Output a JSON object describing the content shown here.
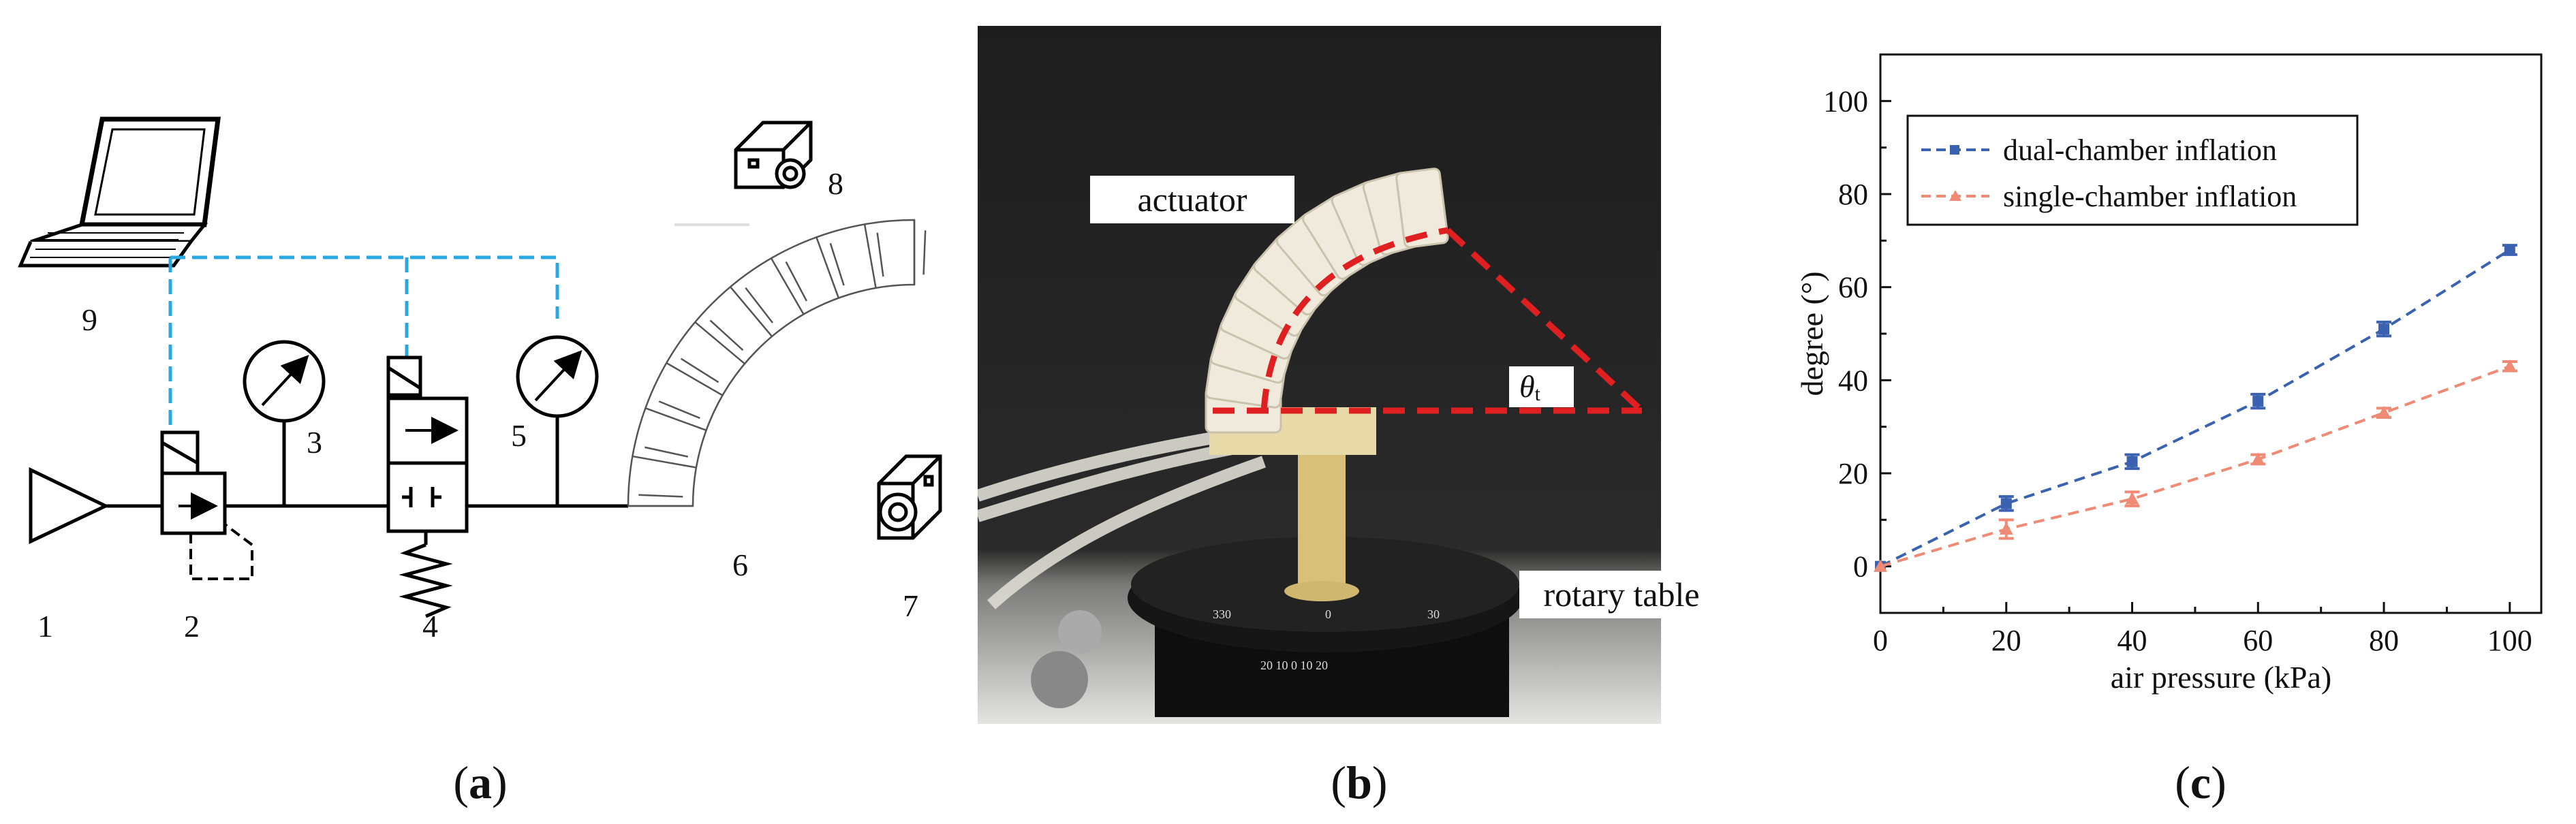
{
  "panel_a": {
    "component_numbers": [
      "1",
      "2",
      "3",
      "4",
      "5",
      "6",
      "7",
      "8",
      "9"
    ],
    "caption": "a"
  },
  "panel_b": {
    "labels": {
      "actuator": "actuator",
      "rotary_table": "rotary table",
      "theta": "θ",
      "theta_sub": "t"
    },
    "scale_text": {
      "left": "330",
      "mid": "0",
      "right": "30",
      "lower": "20  10  0  10  20"
    },
    "caption": "b"
  },
  "panel_c": {
    "caption": "c"
  },
  "chart_data": {
    "type": "line",
    "x": [
      0,
      20,
      40,
      60,
      80,
      100
    ],
    "xlabel": "air pressure (kPa)",
    "ylabel": "degree (°)",
    "xlim": [
      0,
      105
    ],
    "ylim": [
      -10,
      110
    ],
    "xticks": [
      0,
      20,
      40,
      60,
      80,
      100
    ],
    "yticks": [
      0,
      20,
      40,
      60,
      80,
      100
    ],
    "grid": false,
    "legend_position": "top-left",
    "series": [
      {
        "name": "dual-chamber inflation",
        "values": [
          0,
          13.5,
          22.5,
          35.5,
          51,
          68
        ],
        "errors": [
          0,
          1.5,
          1.5,
          1.5,
          1.5,
          1
        ],
        "color": "#3a62b0",
        "marker": "square"
      },
      {
        "name": "single-chamber inflation",
        "values": [
          0,
          8,
          14.5,
          23,
          33,
          43
        ],
        "errors": [
          0,
          2,
          1.5,
          1,
          1,
          1
        ],
        "color": "#ef8a74",
        "marker": "triangle"
      }
    ]
  }
}
